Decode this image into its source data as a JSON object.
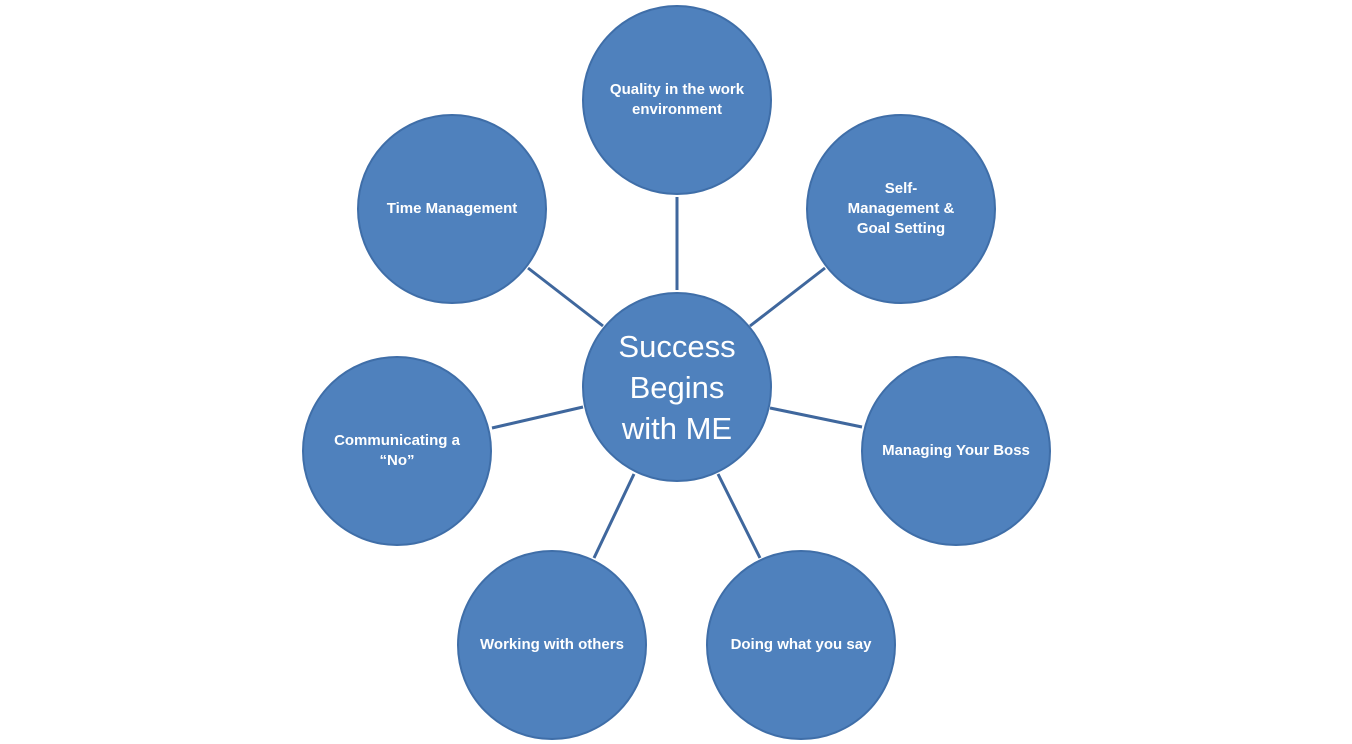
{
  "center": {
    "label": "Success Begins with ME"
  },
  "spokes": [
    {
      "id": "quality",
      "label": "Quality in the work environment"
    },
    {
      "id": "self",
      "label": "Self-\nManagement &\nGoal Setting"
    },
    {
      "id": "boss",
      "label": "Managing Your Boss"
    },
    {
      "id": "doing",
      "label": "Doing what you say"
    },
    {
      "id": "working",
      "label": "Working with others"
    },
    {
      "id": "communicating",
      "label": "Communicating a “No”"
    },
    {
      "id": "time",
      "label": "Time Management"
    }
  ],
  "colors": {
    "node_fill": "#4f81bd",
    "node_border": "#3f6ea8",
    "connector": "#3f679d",
    "text": "#ffffff"
  }
}
